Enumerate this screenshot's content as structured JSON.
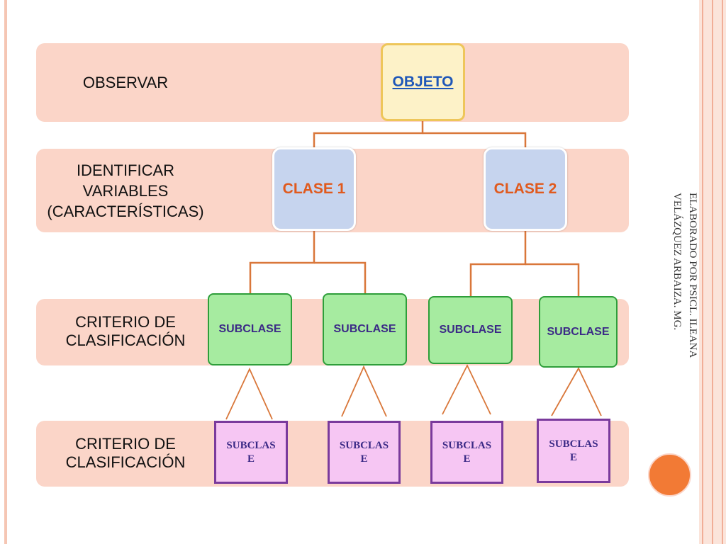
{
  "rows": [
    {
      "label": "OBSERVAR"
    },
    {
      "label": "IDENTIFICAR\nVARIABLES\n(CARACTERÍSTICAS)"
    },
    {
      "label": "CRITERIO DE\nCLASIFICACIÓN"
    },
    {
      "label": "CRITERIO DE\nCLASIFICACIÓN"
    }
  ],
  "nodes": {
    "objeto": "OBJETO",
    "clase1": "CLASE 1",
    "clase2": "CLASE 2",
    "subclases": [
      "SUBCLASE",
      "SUBCLASE",
      "SUBCLASE",
      "SUBCLASE"
    ],
    "leaves": [
      "SUBCLAS\nE",
      "SUBCLAS\nE",
      "SUBCLAS\nE",
      "SUBCLAS\nE"
    ]
  },
  "credit": "ELABORADO POR PSICL. ILEANA\nVELÁZQUEZ ARBAIZA. MG.",
  "colors": {
    "band": "#fbd5c8",
    "objeto_text": "#1f57b8",
    "clase_text": "#e05a1e",
    "subclase_fill": "#a6eba0",
    "leaf_fill": "#f6c6f3",
    "connector": "#d9773a",
    "accent_circle": "#f27a35"
  }
}
